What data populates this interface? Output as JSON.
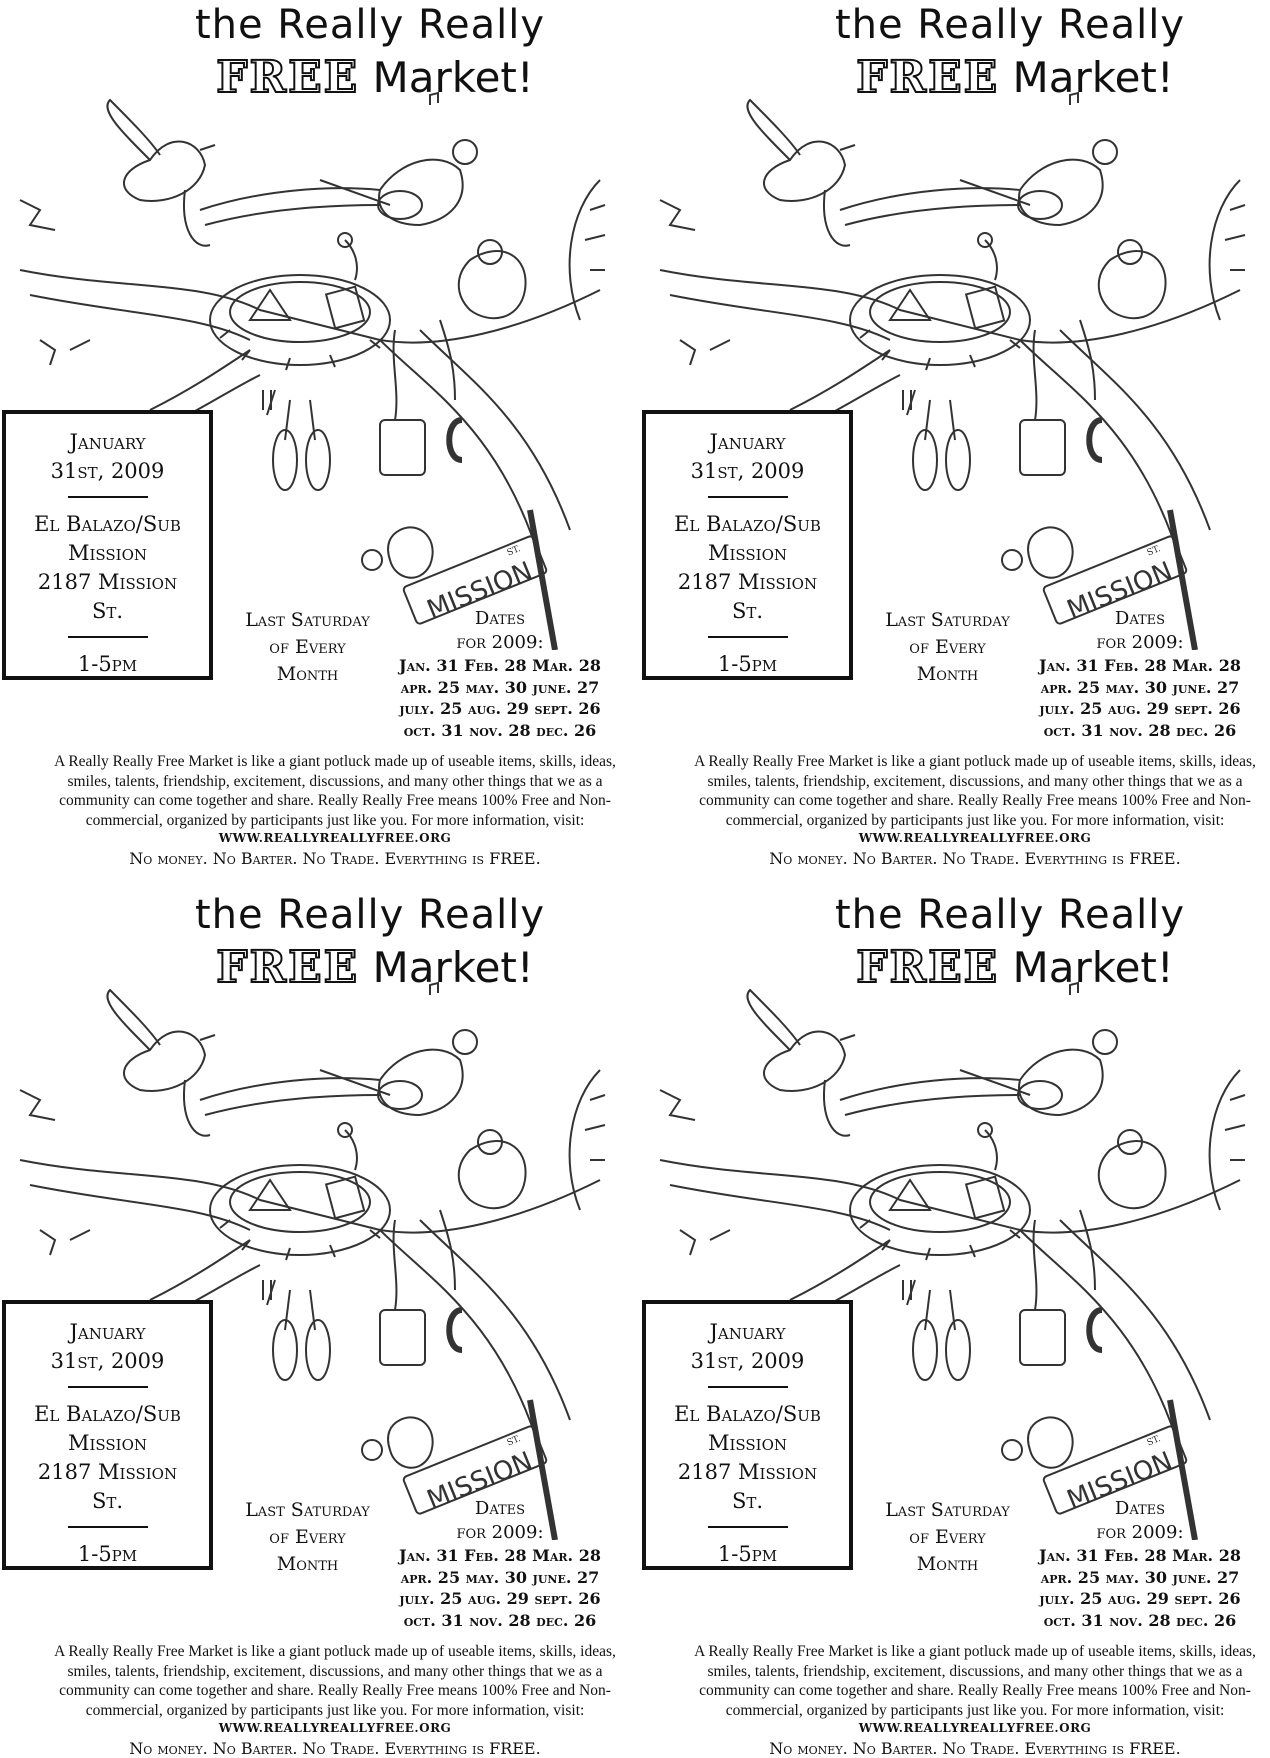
{
  "flyer": {
    "title_line1": "the Really Really",
    "title_free": "FREE",
    "title_market": "Market!",
    "box": {
      "date_line1": "January",
      "date_line2": "31st, 2009",
      "venue_line1": "El Balazo/Sub",
      "venue_line2": "Mission",
      "address_line1": "2187 Mission",
      "address_line2": "St.",
      "time": "1-5pm"
    },
    "sign_text": "MISSION",
    "sign_suffix": "ST.",
    "last_saturday": [
      "Last Saturday",
      "of Every",
      "Month"
    ],
    "dates_heading": [
      "Dates",
      "for 2009:"
    ],
    "dates": [
      "Jan. 31 Feb. 28 Mar. 28",
      "apr. 25 may. 30 june. 27",
      "july. 25 aug. 29 sept. 26",
      "oct. 31 nov. 28 dec. 26"
    ],
    "description": "A Really Really Free Market is like a giant potluck made up of useable items, skills, ideas, smiles, talents, friendship, excitement, discussions, and many other things that we as a community can come together and share.  Really Really Free means 100% Free and Non-commercial, organized by participants just like you.  For more information, visit:",
    "url": "WWW.REALLYREALLYFREE.ORG",
    "tagline": "No money. No Barter. No Trade. Everything is FREE."
  }
}
